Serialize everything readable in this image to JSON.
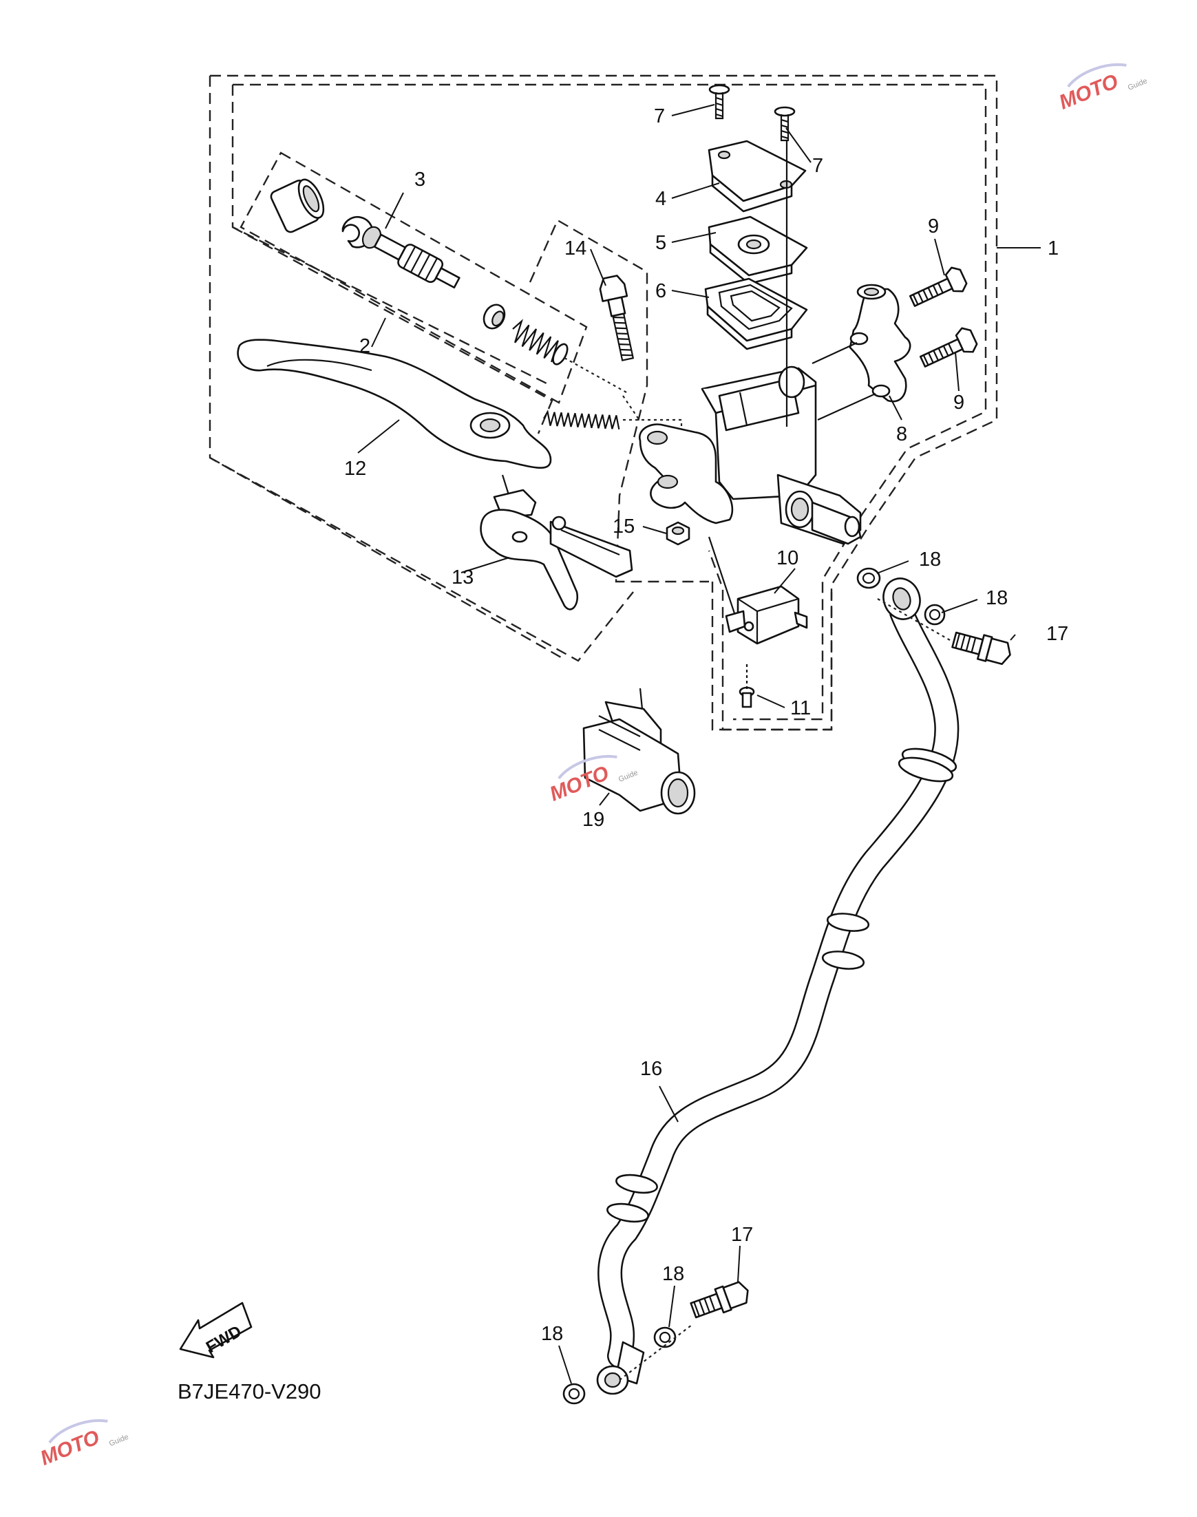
{
  "diagram": {
    "code": "B7JE470-V290",
    "fwd_label": "FWD",
    "watermark_text": "MOTO",
    "watermark_subtext": "Guide",
    "callouts": [
      {
        "id": "c1",
        "label": "1"
      },
      {
        "id": "c2",
        "label": "2"
      },
      {
        "id": "c3",
        "label": "3"
      },
      {
        "id": "c4",
        "label": "4"
      },
      {
        "id": "c5",
        "label": "5"
      },
      {
        "id": "c6",
        "label": "6"
      },
      {
        "id": "c7a",
        "label": "7"
      },
      {
        "id": "c7b",
        "label": "7"
      },
      {
        "id": "c8",
        "label": "8"
      },
      {
        "id": "c9a",
        "label": "9"
      },
      {
        "id": "c9b",
        "label": "9"
      },
      {
        "id": "c10",
        "label": "10"
      },
      {
        "id": "c11",
        "label": "11"
      },
      {
        "id": "c12",
        "label": "12"
      },
      {
        "id": "c13",
        "label": "13"
      },
      {
        "id": "c14",
        "label": "14"
      },
      {
        "id": "c15",
        "label": "15"
      },
      {
        "id": "c16",
        "label": "16"
      },
      {
        "id": "c17a",
        "label": "17"
      },
      {
        "id": "c17b",
        "label": "17"
      },
      {
        "id": "c18a",
        "label": "18"
      },
      {
        "id": "c18b",
        "label": "18"
      },
      {
        "id": "c18c",
        "label": "18"
      },
      {
        "id": "c18d",
        "label": "18"
      },
      {
        "id": "c19",
        "label": "19"
      }
    ],
    "colors": {
      "line": "#111111",
      "background": "#ffffff",
      "watermark": "#e05a5a"
    }
  }
}
